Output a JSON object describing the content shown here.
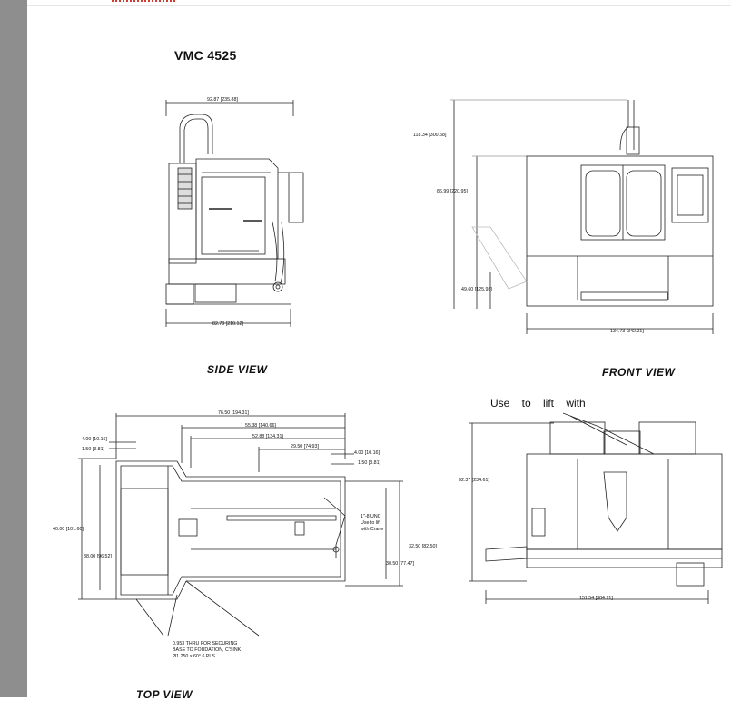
{
  "title": "VMC 4525",
  "views": {
    "side": "SIDE VIEW",
    "front": "FRONT VIEW",
    "top": "TOP VIEW"
  },
  "use_to_lift": "Use to lift with",
  "side_dims": {
    "overall_width": "92.87 [235.88]",
    "base_width": "82.73 [210.12]"
  },
  "front_dims": {
    "overall_height": "118.34 [300.58]",
    "head_height": "86.99 [220.95]",
    "table_height": "49.60 [125.98]",
    "overall_width": "134.73 [342.21]"
  },
  "top_dims": {
    "d1": "76.50 [194.31]",
    "d2": "55.38 [140.66]",
    "d3": "52.88 [134.31]",
    "d4": "29.50 [74.93]",
    "d5": "4.00 [10.16]",
    "d6": "1.50 [3.81]",
    "d7": "4.00 [10.16]",
    "d8": "1.50 [3.81]",
    "d9": "40.00 [101.60]",
    "d10": "38.00 [96.52]",
    "d11": "32.50 [82.50]",
    "d12": "30.50 [77.47]",
    "unc_note_1": "1\"-8 UNC",
    "unc_note_2": "Use to lift",
    "unc_note_3": "with Crane",
    "hole_note_1": "0.953 THRU FOR SECURING",
    "hole_note_2": "BASE TO FOUDATION, C'SINK",
    "hole_note_3": "Ø1.250 x 60° 6 PLS."
  },
  "rear_dims": {
    "height": "92.37 [234.61]",
    "width": "151.54 [384.91]"
  }
}
